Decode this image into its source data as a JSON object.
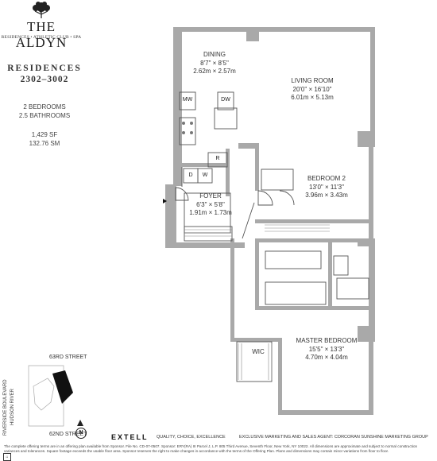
{
  "brand": {
    "name": "THE ALDYN",
    "tagline": "RESIDENCES • ATHLETIC CLUB • SPA"
  },
  "residence": {
    "title": "RESIDENCES",
    "floors": "2302–3002",
    "bedrooms": "2 BEDROOMS",
    "bathrooms": "2.5 BATHROOMS",
    "area_sf": "1,429 SF",
    "area_sm": "132.76 SM"
  },
  "rooms": {
    "dining": {
      "name": "DINING",
      "dim_imperial": "8'7\" × 8'5\"",
      "dim_metric": "2.62m × 2.57m"
    },
    "living": {
      "name": "LIVING ROOM",
      "dim_imperial": "20'0\" × 16'10\"",
      "dim_metric": "6.01m × 5.13m"
    },
    "bedroom2": {
      "name": "BEDROOM 2",
      "dim_imperial": "13'0\" × 11'3\"",
      "dim_metric": "3.96m × 3.43m"
    },
    "foyer": {
      "name": "FOYER",
      "dim_imperial": "6'3\" × 5'8\"",
      "dim_metric": "1.91m × 1.73m"
    },
    "master": {
      "name": "MASTER BEDROOM",
      "dim_imperial": "15'5\" × 13'3\"",
      "dim_metric": "4.70m × 4.04m"
    },
    "wic": {
      "name": "WIC"
    }
  },
  "fixtures": {
    "mw": "MW",
    "dw": "DW",
    "r": "R",
    "d": "D",
    "w": "W"
  },
  "keyplan": {
    "north_street": "63RD STREET",
    "south_street": "62ND STREET",
    "west_street_1": "RIVERSIDE BOULEVARD",
    "west_street_2": "HUDSON RIVER",
    "compass": "N"
  },
  "footer": {
    "developer": "EXTELL",
    "developer_tagline": "QUALITY, CHOICE, EXCELLENCE",
    "marketing": "EXCLUSIVE MARKETING AND SALES AGENT: CORCORAN SUNSHINE MARKETING GROUP",
    "disclaimer": "The complete offering terms are in an offering plan available from Sponsor. File No. CD-07-0507. Sponsor: ERY(RA) III Parcel J, L.P. 805 Third Avenue, Seventh Floor, New York, NY 10022. All dimensions are approximate and subject to normal construction variances and tolerances. Square footage exceeds the usable floor area. Sponsor reserves the right to make changes in accordance with the terms of the Offering Plan. Plans and dimensions may contain minor variations from floor to floor."
  },
  "colors": {
    "wall": "#a9a9a9",
    "line": "#555555",
    "building": "#111111"
  }
}
